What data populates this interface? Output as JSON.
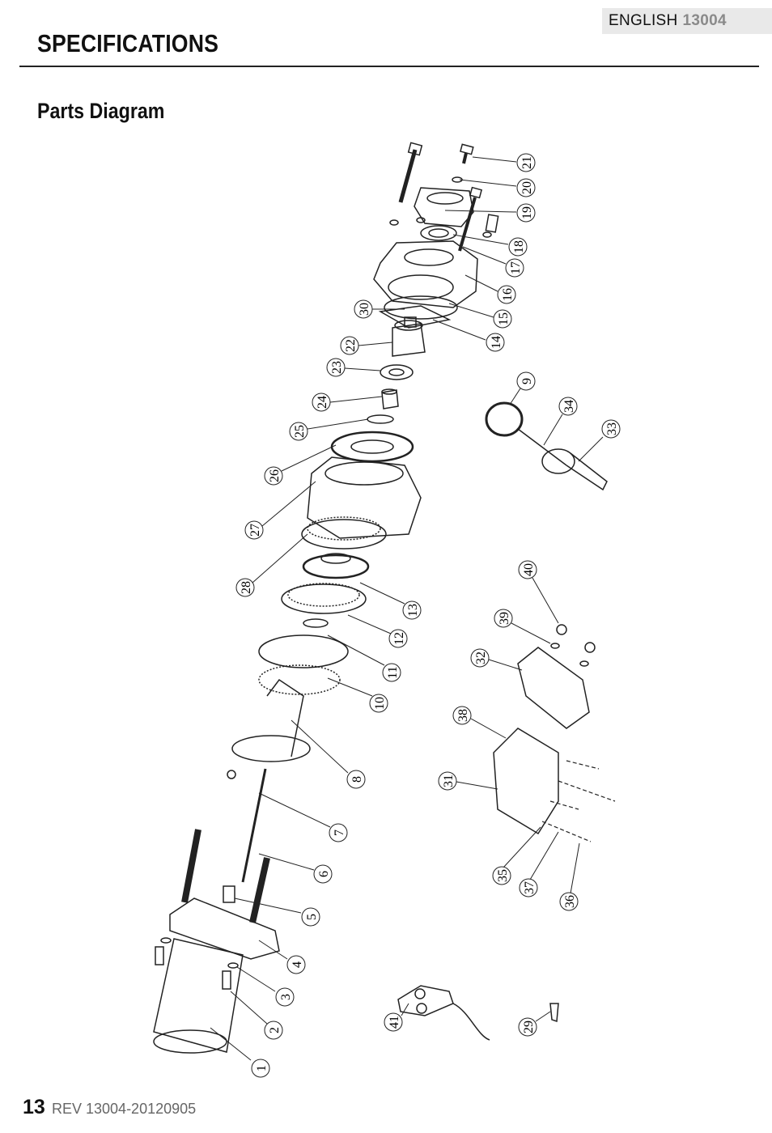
{
  "header": {
    "language": "ENGLISH",
    "model": "13004",
    "title": "SPECIFICATIONS"
  },
  "section": {
    "title": "Parts Diagram"
  },
  "callouts": [
    "1",
    "2",
    "3",
    "4",
    "5",
    "6",
    "7",
    "8",
    "9",
    "10",
    "11",
    "12",
    "13",
    "14",
    "15",
    "16",
    "17",
    "18",
    "19",
    "20",
    "21",
    "22",
    "23",
    "24",
    "25",
    "26",
    "27",
    "28",
    "29",
    "30",
    "31",
    "32",
    "33",
    "34",
    "35",
    "36",
    "37",
    "38",
    "39",
    "40",
    "41"
  ],
  "footer": {
    "page_number": "13",
    "revision": "REV 13004-20120905"
  }
}
